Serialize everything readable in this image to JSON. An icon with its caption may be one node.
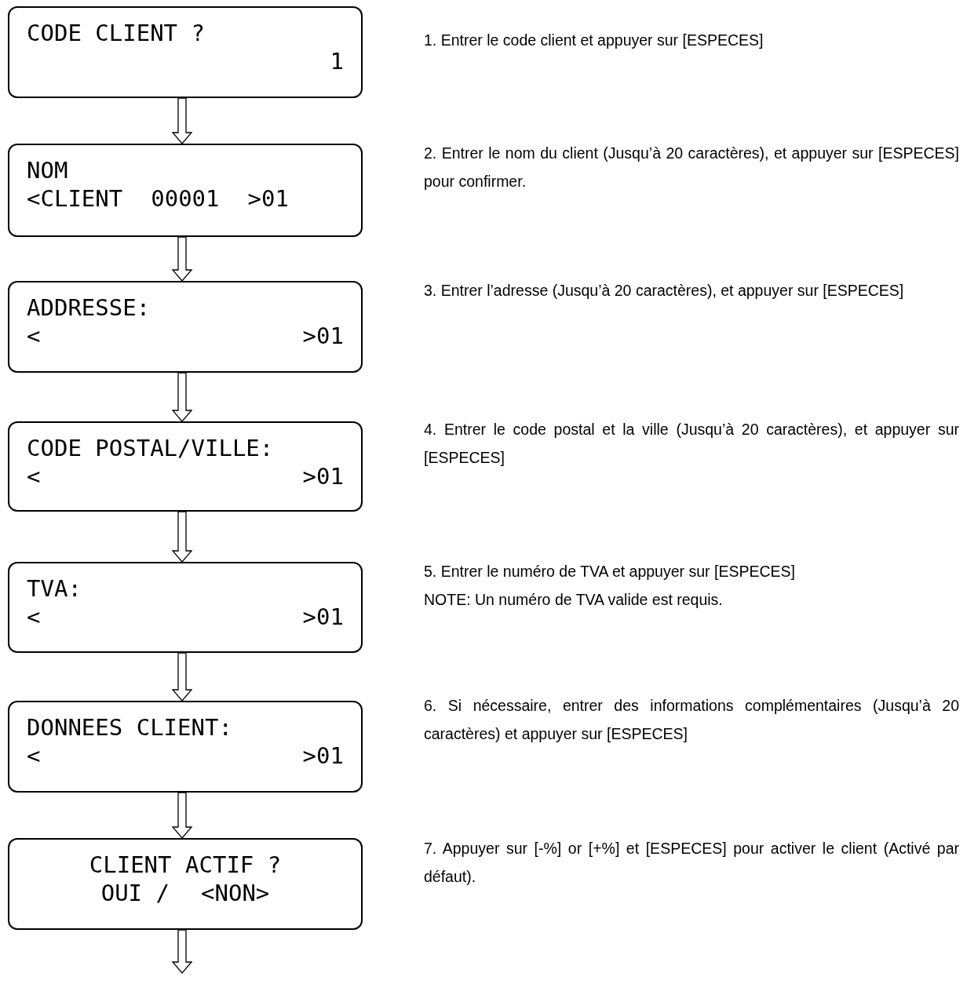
{
  "diagram": {
    "nodes": [
      {
        "text": [
          "CODE CLIENT ?",
          "1"
        ]
      },
      {
        "text": [
          "NOM",
          "<CLIENT",
          "00001",
          ">01"
        ]
      },
      {
        "text": [
          "ADDRESSE:",
          "<",
          ">01"
        ]
      },
      {
        "text": [
          "CODE POSTAL/VILLE:",
          "<",
          ">01"
        ]
      },
      {
        "text": [
          "TVA:",
          "<",
          ">01"
        ]
      },
      {
        "text": [
          "DONNEES CLIENT:",
          "<",
          ">01"
        ]
      },
      {
        "text": [
          "CLIENT ACTIF ?",
          "OUI /",
          "<NON>"
        ]
      }
    ],
    "edges": [
      {
        "from": 0,
        "to": 1,
        "arrow": "to"
      },
      {
        "from": 1,
        "to": 2,
        "arrow": "to"
      },
      {
        "from": 2,
        "to": 3,
        "arrow": "to"
      },
      {
        "from": 3,
        "to": 4,
        "arrow": "to"
      },
      {
        "from": 4,
        "to": 5,
        "arrow": "to"
      },
      {
        "from": 5,
        "to": 6,
        "arrow": "to"
      },
      {
        "from": 6,
        "to": null,
        "arrow": "to"
      }
    ],
    "labels": [
      "1. Entrer le code client et appuyer sur [ESPECES]",
      "2. Entrer le nom du client (Jusqu’à 20 caractères), et appuyer sur [ESPECES] pour confirmer.",
      "3. Entrer l’adresse (Jusqu’à 20 caractères), et appuyer sur [ESPECES]",
      "4. Entrer le code postal et la ville (Jusqu’à 20 caractères), et appuyer sur [ESPECES]",
      "5. Entrer le numéro de TVA et appuyer sur [ESPECES]",
      "NOTE: Un numéro de TVA valide est requis.",
      "6. Si nécessaire, entrer des informations complémentaires (Jusqu’à 20 caractères) et appuyer sur [ESPECES]",
      "7. Appuyer sur [-%] or [+%] et [ESPECES] pour activer le client (Activé par défaut)."
    ]
  }
}
